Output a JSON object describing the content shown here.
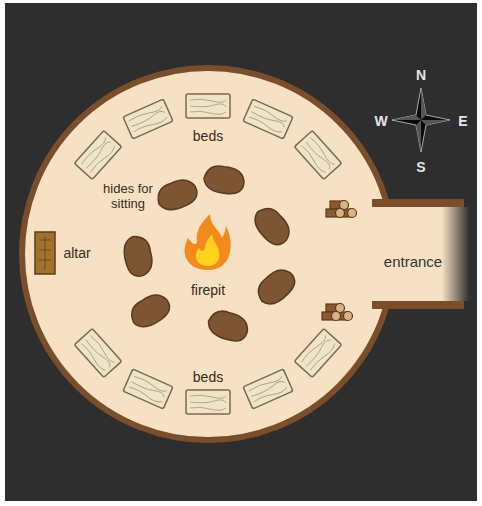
{
  "diagram": {
    "labels": [
      "N",
      "W",
      "E",
      "S",
      "beds",
      "hides for sitting",
      "altar",
      "firepit",
      "entrance",
      "beds"
    ]
  }
}
